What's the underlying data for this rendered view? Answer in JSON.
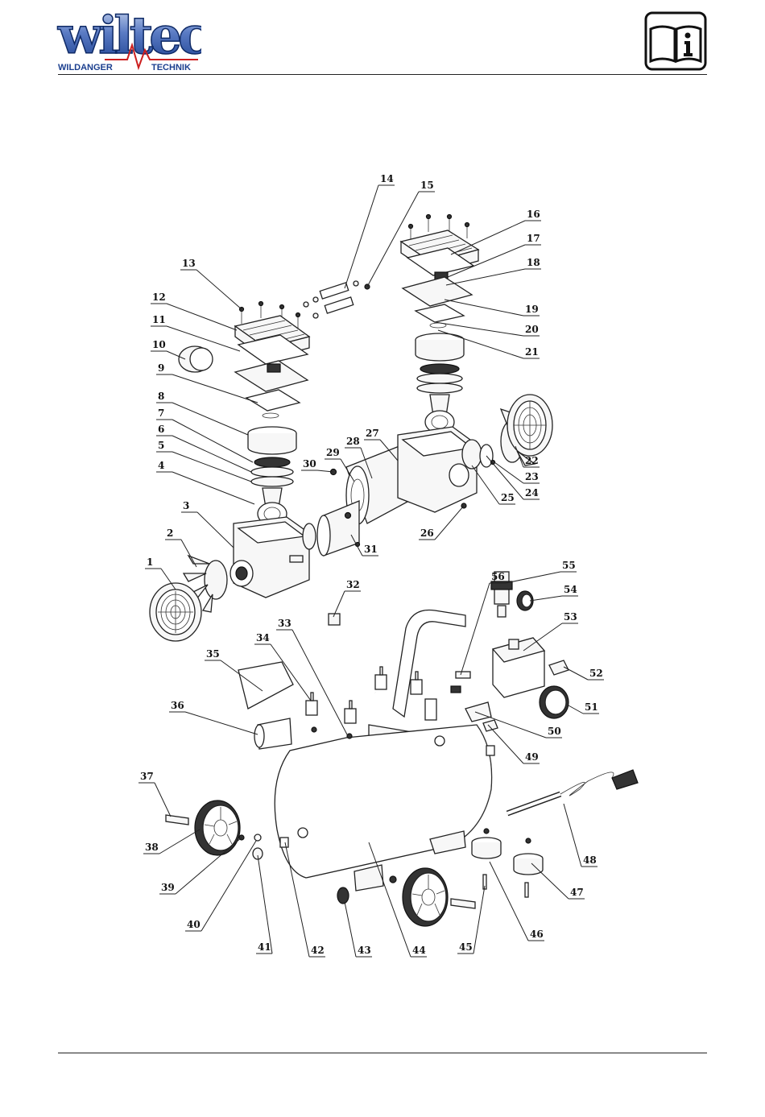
{
  "header": {
    "logo_text": "wiltec",
    "logo_left": "WILDANGER",
    "logo_right": "TECHNIK",
    "icon": "manual-info-icon"
  },
  "colors": {
    "logo_blue": "#1b3f8f",
    "logo_red": "#cc1f1f",
    "rule": "#222222"
  },
  "labels": [
    "1",
    "2",
    "3",
    "4",
    "5",
    "6",
    "7",
    "8",
    "9",
    "10",
    "11",
    "12",
    "13",
    "14",
    "15",
    "16",
    "17",
    "18",
    "19",
    "20",
    "21",
    "22",
    "23",
    "24",
    "25",
    "26",
    "27",
    "28",
    "29",
    "30",
    "31",
    "32",
    "33",
    "34",
    "35",
    "36",
    "37",
    "38",
    "39",
    "40",
    "41",
    "42",
    "43",
    "44",
    "45",
    "46",
    "47",
    "48",
    "49",
    "50",
    "51",
    "52",
    "53",
    "54",
    "55",
    "56"
  ]
}
